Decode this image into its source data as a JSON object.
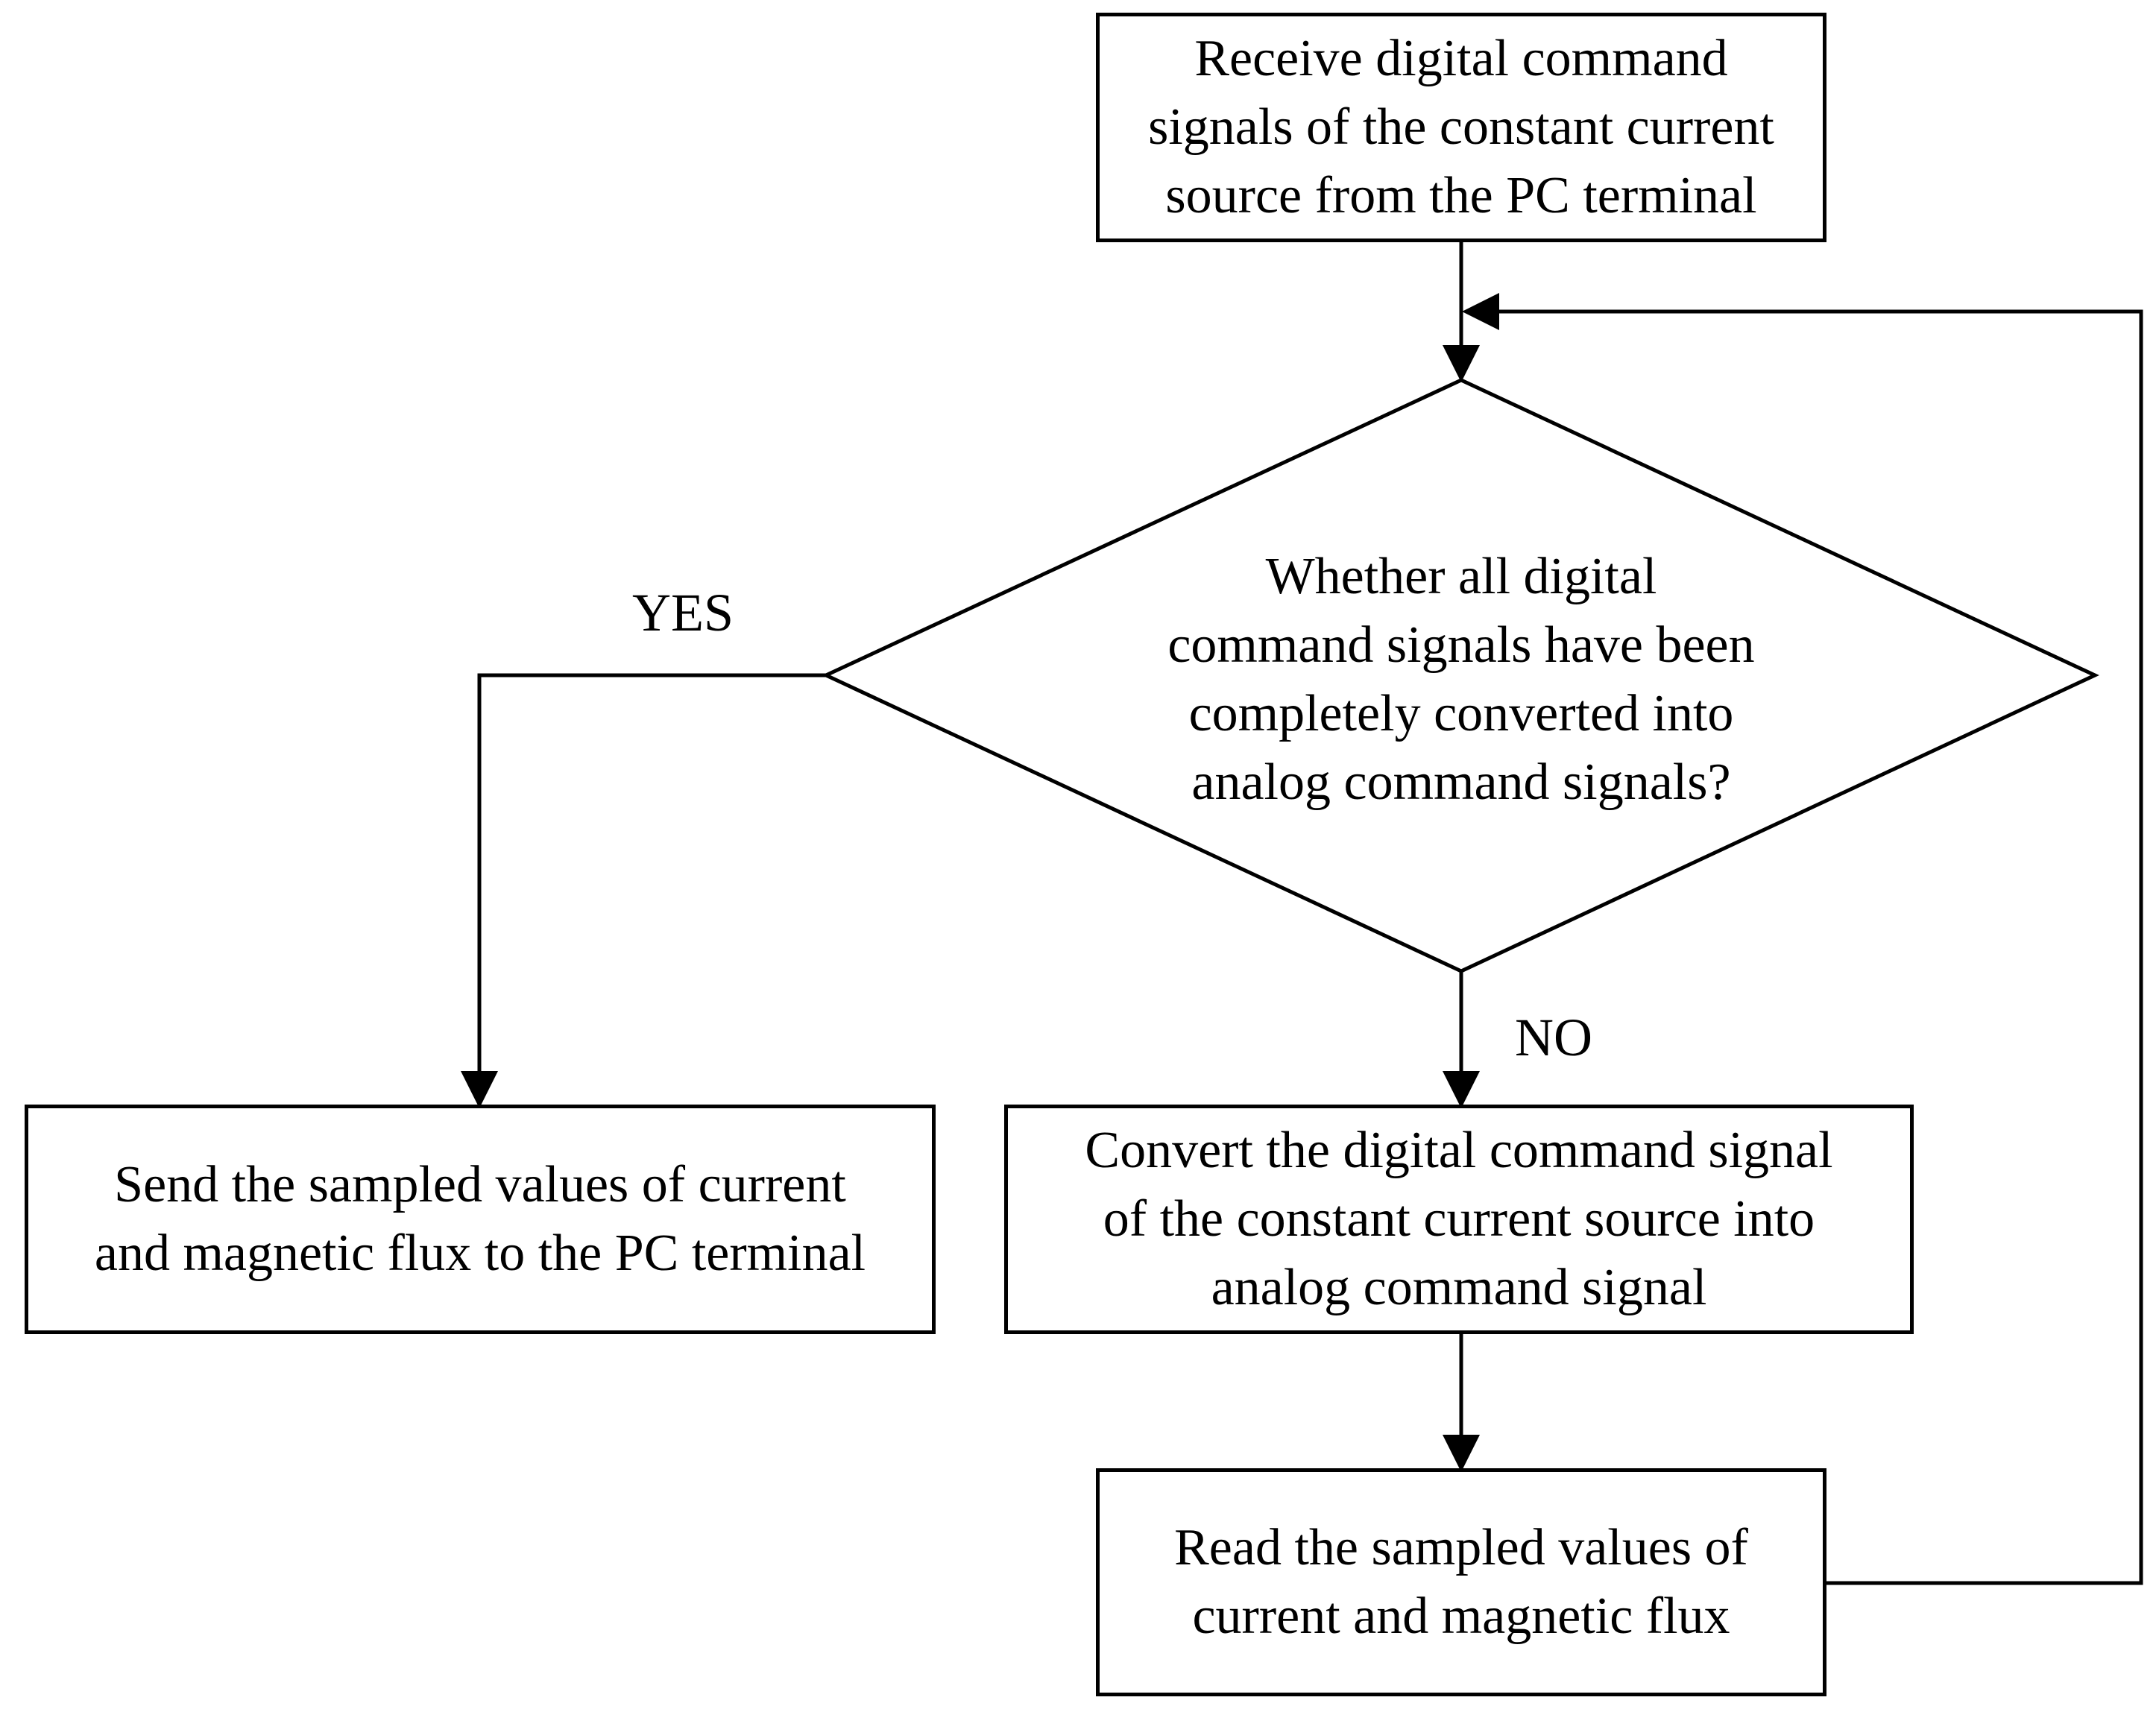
{
  "nodes": {
    "receive": {
      "lines": [
        "Receive digital command",
        "signals of the constant current",
        "source from the PC terminal"
      ]
    },
    "decision": {
      "lines": [
        "Whether all digital",
        "command signals have been",
        "completely converted into",
        "analog command signals?"
      ]
    },
    "send": {
      "lines": [
        "Send the sampled values of current",
        "and magnetic flux to the PC terminal"
      ]
    },
    "convert": {
      "lines": [
        "Convert the digital command signal",
        "of the constant current source into",
        "analog command signal"
      ]
    },
    "read": {
      "lines": [
        "Read the sampled values of",
        "current and magnetic flux"
      ]
    }
  },
  "edges": {
    "yes_label": "YES",
    "no_label": "NO"
  },
  "colors": {
    "stroke": "#000000",
    "background": "#ffffff"
  }
}
